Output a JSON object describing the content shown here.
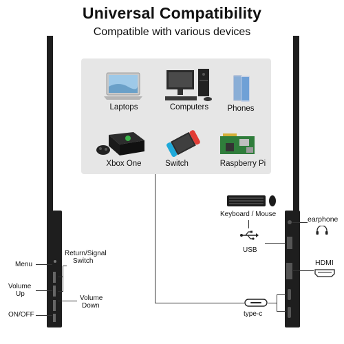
{
  "header": {
    "title": "Universal Compatibility",
    "subtitle": "Compatible with various devices"
  },
  "devices": {
    "laptops": "Laptops",
    "computers": "Computers",
    "phones": "Phones",
    "xbox": "Xbox One",
    "switch": "Switch",
    "raspberry": "Raspberry Pi"
  },
  "left_buttons": {
    "menu": "Menu",
    "return_signal_1": "Return/Signal",
    "return_signal_2": "Switch",
    "volume_up_1": "Volume",
    "volume_up_2": "Up",
    "volume_down_1": "Volume",
    "volume_down_2": "Down",
    "onoff": "ON/OFF"
  },
  "right_ports": {
    "keyboard_mouse": "Keyboard / Mouse",
    "earphone": "earphone",
    "usb": "USB",
    "hdmi": "HDMI",
    "typec": "type-c"
  },
  "colors": {
    "panel_bg": "#e6e6e6",
    "monitor_body": "#1e1e1e"
  }
}
